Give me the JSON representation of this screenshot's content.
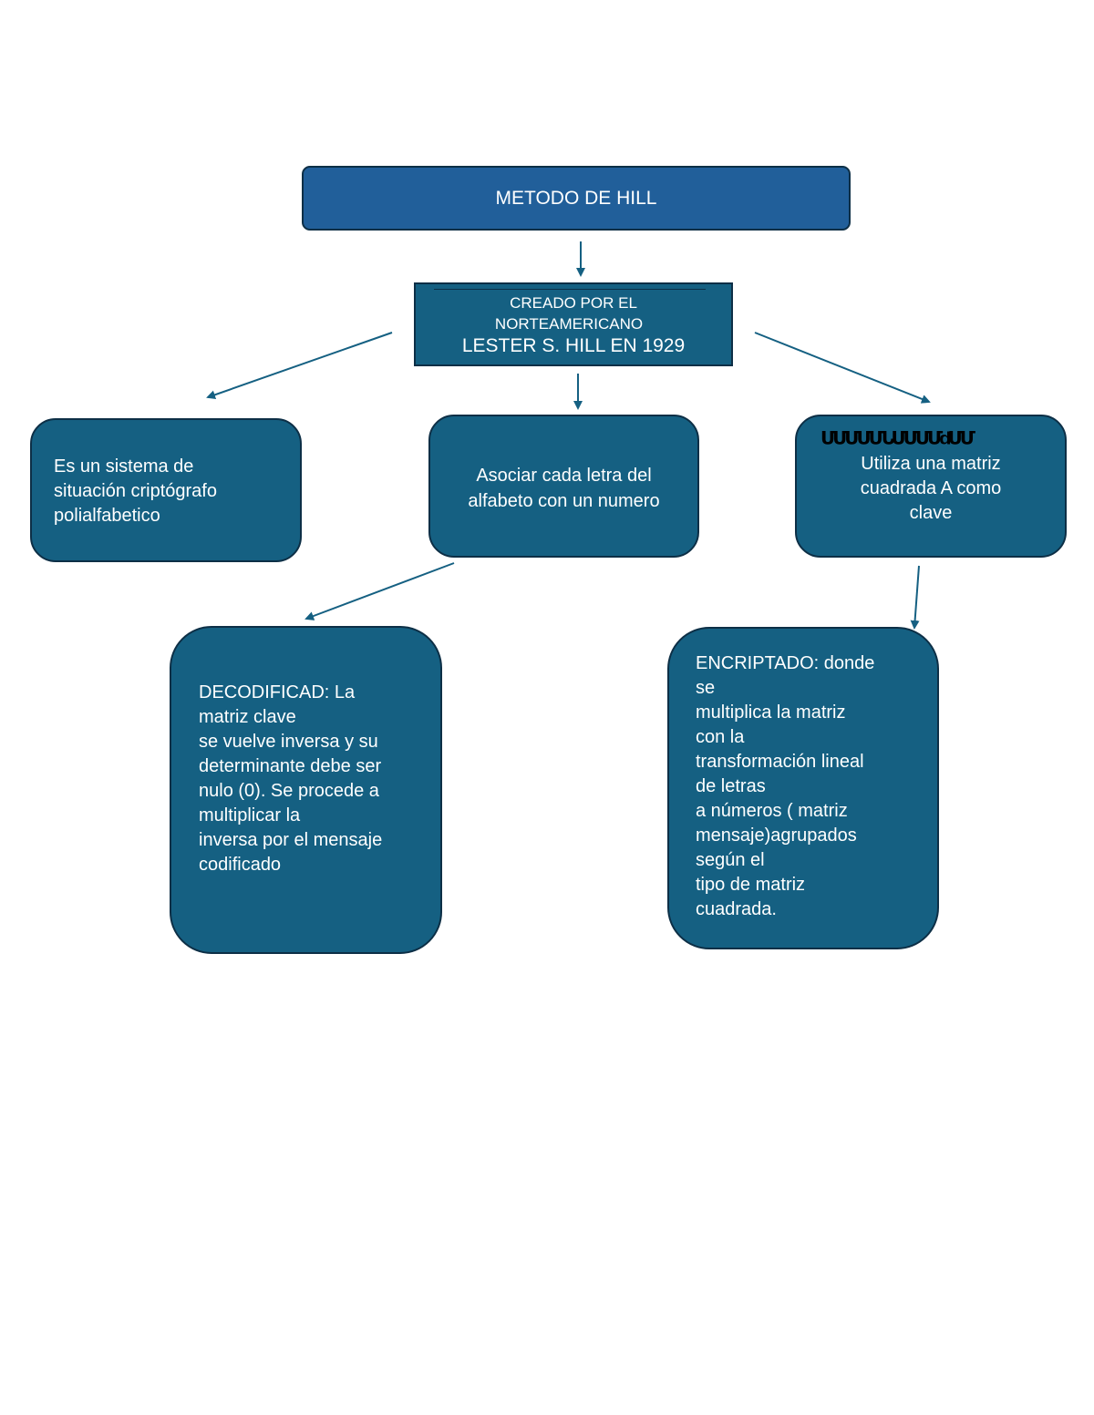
{
  "colors": {
    "title_fill": "#215f9a",
    "box_fill": "#156082",
    "border": "#0d2f46",
    "arrow": "#156082",
    "text": "#ffffff"
  },
  "title": "METODO DE HILL",
  "creator": {
    "line1": "CREADO POR EL",
    "line2": "NORTEAMERICANO",
    "line3": "LESTER S. HILL EN 1929"
  },
  "left_node": {
    "lines": [
      "Es un sistema de",
      "situación criptógrafo",
      "polialfabetico"
    ]
  },
  "middle_node": {
    "lines": [
      "Asociar cada letra del",
      "alfabeto con un numero"
    ]
  },
  "right_node": {
    "overlay": "ՄՄՄՄՄՆՄՄՄՄdՄՄ",
    "lines": [
      "Utiliza una matriz",
      "cuadrada A como",
      "clave"
    ]
  },
  "decode_node": {
    "lines": [
      "DECODIFICAD: La",
      "matriz clave",
      "se vuelve inversa y su",
      "determinante debe ser",
      "nulo (0). Se procede a",
      "multiplicar la",
      "inversa por el mensaje",
      "codificado"
    ]
  },
  "encode_node": {
    "lines": [
      "ENCRIPTADO: donde",
      "se",
      "multiplica la matriz",
      "con la",
      "transformación lineal",
      "de letras",
      "a números ( matriz",
      "mensaje)agrupados",
      "según el",
      "tipo de matriz",
      "cuadrada."
    ]
  }
}
